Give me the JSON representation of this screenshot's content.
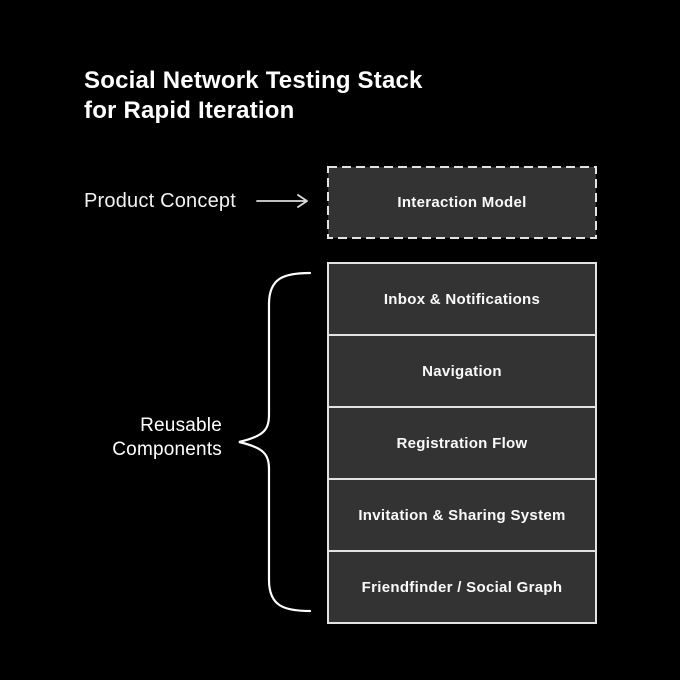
{
  "title": "Social Network Testing Stack\nfor Rapid Iteration",
  "flow": {
    "source_label": "Product Concept",
    "target_label": "Interaction Model"
  },
  "brace_label": "Reusable\nComponents",
  "stack": {
    "items": [
      "Inbox & Notifications",
      "Navigation",
      "Registration Flow",
      "Invitation & Sharing System",
      "Friendfinder / Social Graph"
    ]
  },
  "colors": {
    "background": "#000000",
    "box_fill": "#333333",
    "box_border": "#e3e3e3",
    "text": "#ffffff",
    "arrow": "#dcdcdc"
  }
}
